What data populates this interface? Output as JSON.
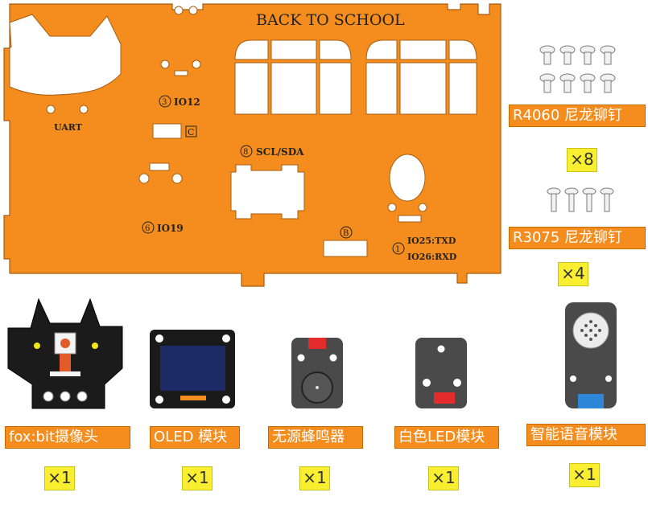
{
  "panel": {
    "title": "BACK TO SCHOOL",
    "color": "#f58d1e",
    "labels": {
      "uart": "UART",
      "io12": "IO12",
      "io12_num": "3",
      "c_mark": "C",
      "scl_sda": "SCL/SDA",
      "scl_sda_num": "8",
      "io19": "IO19",
      "io19_num": "6",
      "b_mark": "B",
      "io25": "IO25:TXD",
      "io26": "IO26:RXD",
      "io25_num": "1"
    }
  },
  "rivets": [
    {
      "name": "R4060 尼龙铆钉",
      "qty": "×8"
    },
    {
      "name": "R3075 尼龙铆钉",
      "qty": "×4"
    }
  ],
  "modules": [
    {
      "name": "fox:bit摄像头",
      "qty": "×1"
    },
    {
      "name": "OLED 模块",
      "qty": "×1"
    },
    {
      "name": "无源蜂鸣器",
      "qty": "×1"
    },
    {
      "name": "白色LED模块",
      "qty": "×1"
    },
    {
      "name": "智能语音模块",
      "qty": "×1"
    }
  ],
  "colors": {
    "label_bg": "#f58d1e",
    "qty_bg": "#f9ef30",
    "module_dark": "#3a3a3a",
    "oled_screen": "#1c2a66",
    "accent_red": "#e32b2b",
    "accent_blue": "#2e86d8"
  }
}
